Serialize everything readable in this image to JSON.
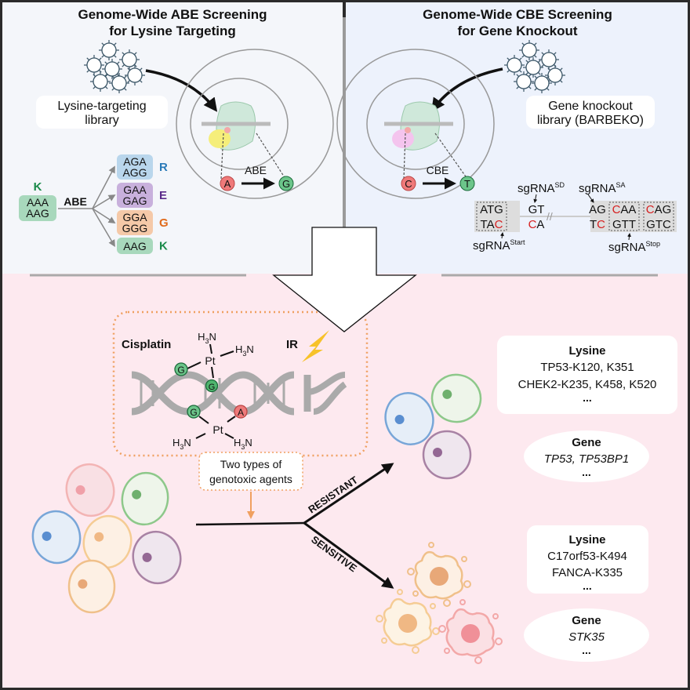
{
  "colors": {
    "panel_left_bg": "#f4f6fa",
    "panel_right_bg": "#edf2fc",
    "bottom_bg": "#fde9ef",
    "frame": "#2b2b2b",
    "divider": "#aaaaaa",
    "green_node": "#6cc58a",
    "red_node": "#ef7a7a",
    "orange_dash": "#f0a060",
    "bolt": "#f7c22a",
    "red_text": "#d62020",
    "R": "#2a7ab8",
    "E": "#5a2a8a",
    "G": "#e06a1a",
    "K": "#1a8a4a"
  },
  "abe_panel": {
    "title_line1": "Genome-Wide ABE Screening",
    "title_line2": "for Lysine Targeting",
    "library_line1": "Lysine-targeting",
    "library_line2": "library",
    "editor_label": "ABE",
    "from_base": "A",
    "to_base": "G",
    "codon_source": {
      "aa": "K",
      "codons": [
        "AAA",
        "AAG"
      ]
    },
    "codon_arrow_label": "ABE",
    "outcomes": [
      {
        "codons": [
          "AGA",
          "AGG"
        ],
        "aa": "R",
        "box_color": "#b9d6ec",
        "aa_color": "#2a7ab8"
      },
      {
        "codons": [
          "GAA",
          "GAG"
        ],
        "aa": "E",
        "box_color": "#c8b0dc",
        "aa_color": "#5a2a8a"
      },
      {
        "codons": [
          "GGA",
          "GGG"
        ],
        "aa": "G",
        "box_color": "#f5c9a8",
        "aa_color": "#e06a1a"
      },
      {
        "codons": [
          "AAG"
        ],
        "aa": "K",
        "box_color": "#a8d8bc",
        "aa_color": "#1a8a4a"
      }
    ]
  },
  "cbe_panel": {
    "title_line1": "Genome-Wide CBE Screening",
    "title_line2": "for Gene Knockout",
    "library_line1": "Gene knockout",
    "library_line2": "library (BARBEKO)",
    "editor_label": "CBE",
    "from_base": "C",
    "to_base": "T",
    "sgrna_sd": {
      "base": "sgRNA",
      "sup": "SD"
    },
    "sgrna_sa": {
      "base": "sgRNA",
      "sup": "SA"
    },
    "sgrna_start": {
      "base": "sgRNA",
      "sup": "Start"
    },
    "sgrna_stop": {
      "base": "sgRNA",
      "sup": "Stop"
    },
    "seq": {
      "start_top": "ATG",
      "start_bot_a": "TA",
      "start_bot_b": "C",
      "sd_top": "GT",
      "sd_bot_a": "C",
      "sd_bot_b": "A",
      "sa_top": "AG",
      "sa_bot_a": "T",
      "sa_bot_b": "C",
      "stop1_top_a": "C",
      "stop1_top_b": "AA",
      "stop1_bot": "GTT",
      "stop2_top_a": "C",
      "stop2_top_b": "AG",
      "stop2_bot": "GTC"
    }
  },
  "agents": {
    "cisplatin_label": "Cisplatin",
    "ir_label": "IR",
    "pt": "Pt",
    "h3n": "H",
    "sub3": "3",
    "n": "N",
    "g": "G",
    "a": "A",
    "caption_line1": "Two types of",
    "caption_line2": "genotoxic agents"
  },
  "branches": {
    "resistant_label": "RESISTANT",
    "sensitive_label": "SENSITIVE"
  },
  "results": {
    "resistant": {
      "lysine_title": "Lysine",
      "lysine_items": [
        "TP53-K120, K351",
        "CHEK2-K235, K458, K520"
      ],
      "lysine_more": "...",
      "gene_title": "Gene",
      "gene_items": "TP53, TP53BP1",
      "gene_more": "..."
    },
    "sensitive": {
      "lysine_title": "Lysine",
      "lysine_items": [
        "C17orf53-K494",
        "FANCA-K335"
      ],
      "lysine_more": "...",
      "gene_title": "Gene",
      "gene_items": "STK35",
      "gene_more": "..."
    }
  }
}
